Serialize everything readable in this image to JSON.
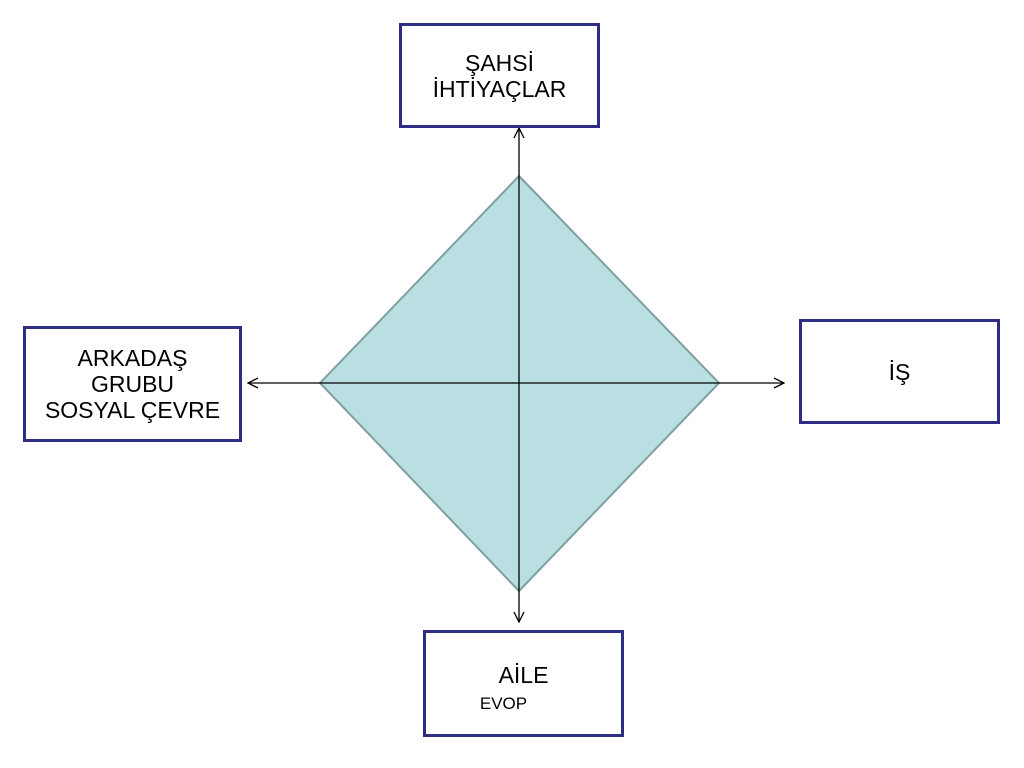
{
  "diagram": {
    "type": "four-axis balance diagram",
    "colors": {
      "diamond_fill": "#b9dfe2",
      "diamond_stroke": "#7f9fa3",
      "axis": "#000000",
      "box_border": "#2e2e86"
    },
    "nodes": {
      "top": {
        "lines": [
          "ŞAHSİ",
          "İHTİYAÇLAR"
        ]
      },
      "left": {
        "lines": [
          "ARKADAŞ",
          "GRUBU",
          "SOSYAL ÇEVRE"
        ]
      },
      "right": {
        "lines": [
          "İŞ"
        ]
      },
      "bottom": {
        "lines": [
          "AİLE"
        ],
        "sub_label": "EVOP"
      }
    }
  }
}
